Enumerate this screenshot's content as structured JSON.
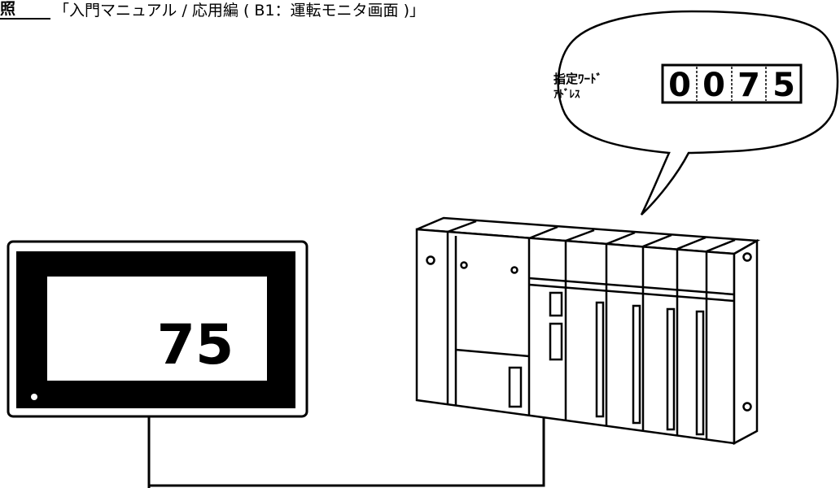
{
  "reference": {
    "mark": "照",
    "text": "「入門マニュアル / 応用編 ( B1：運転モニタ画面 )」"
  },
  "panel_display": {
    "value": "75"
  },
  "callout": {
    "label_line1": "指定ﾜｰﾄﾞ",
    "label_line2": "ｱﾄﾞﾚｽ",
    "digits": [
      "0",
      "0",
      "7",
      "5"
    ]
  }
}
